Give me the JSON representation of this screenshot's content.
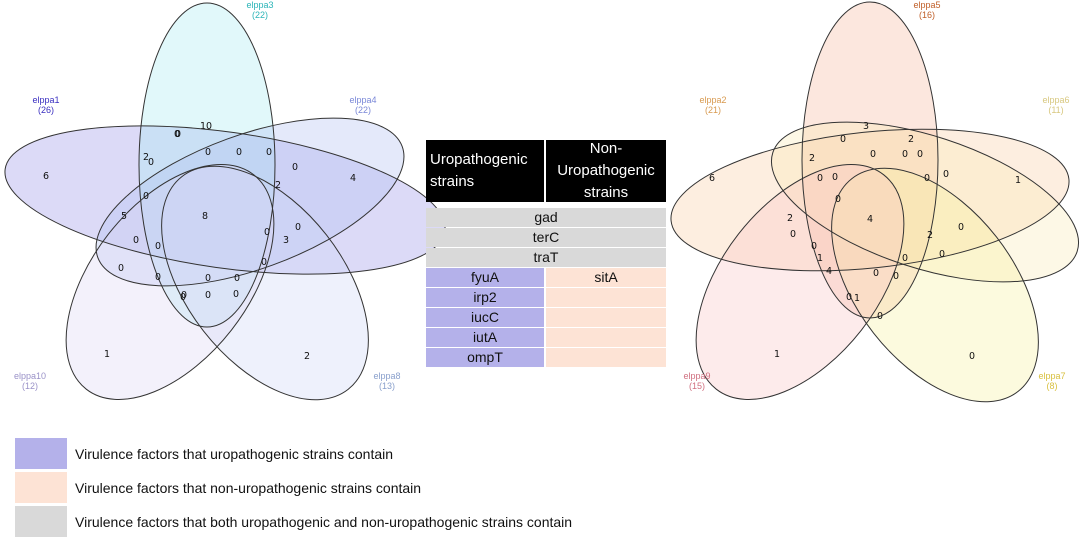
{
  "colors": {
    "uro": "#b4b1ea",
    "nonuro": "#fde3d5",
    "both": "#d9d9d9",
    "left_sets": [
      "#9c96e8",
      "#a8ecf0",
      "#b2bff0",
      "#cfd8f5",
      "#ddd6f3"
    ],
    "left_label_colors": [
      "#3a2fc0",
      "#2bb5b8",
      "#7a88d8",
      "#8aa0cc",
      "#9a92c8"
    ],
    "right_sets": [
      "#f8cfa6",
      "#f6b9a0",
      "#f9ecb8",
      "#f7f0a0",
      "#f8c7c7"
    ],
    "right_label_colors": [
      "#d89a50",
      "#c0602a",
      "#d8c880",
      "#d8c040",
      "#d07080"
    ]
  },
  "venn_left": {
    "sets": [
      {
        "name": "elppa1",
        "size": "(26)"
      },
      {
        "name": "elppa3",
        "size": "(22)"
      },
      {
        "name": "elppa4",
        "size": "(22)"
      },
      {
        "name": "elppa8",
        "size": "(13)"
      },
      {
        "name": "elppa10",
        "size": "(12)"
      }
    ],
    "counts": [
      "6",
      "10",
      "4",
      "2",
      "1",
      "8",
      "2",
      "0",
      "0",
      "0",
      "0",
      "0",
      "2",
      "0",
      "0",
      "5",
      "0",
      "0",
      "0",
      "3",
      "0",
      "0",
      "0",
      "0",
      "0",
      "0",
      "0",
      "0",
      "0",
      "0",
      "0"
    ]
  },
  "venn_right": {
    "sets": [
      {
        "name": "elppa2",
        "size": "(21)"
      },
      {
        "name": "elppa5",
        "size": "(16)"
      },
      {
        "name": "elppa6",
        "size": "(11)"
      },
      {
        "name": "elppa7",
        "size": "(8)"
      },
      {
        "name": "elppa9",
        "size": "(15)"
      }
    ],
    "counts": [
      "6",
      "3",
      "1",
      "0",
      "1",
      "4",
      "2",
      "0",
      "0",
      "0",
      "2",
      "0",
      "0",
      "0",
      "0",
      "2",
      "0",
      "0",
      "0",
      "2",
      "0",
      "0",
      "1",
      "4",
      "0",
      "0",
      "1",
      "0",
      "0",
      "0",
      "0"
    ]
  },
  "table": {
    "header_uro": "Uropathogenic strains",
    "header_nonuro": "Non-Uropathogenic strains",
    "both_rows": [
      "gad",
      "terC",
      "traT"
    ],
    "split_rows": [
      {
        "uro": "fyuA",
        "nonuro": "sitA"
      },
      {
        "uro": "irp2",
        "nonuro": ""
      },
      {
        "uro": "iucC",
        "nonuro": ""
      },
      {
        "uro": "iutA",
        "nonuro": ""
      },
      {
        "uro": "ompT",
        "nonuro": ""
      }
    ]
  },
  "legend": {
    "uro": "Virulence factors that uropathogenic strains contain",
    "nonuro": "Virulence factors that non-uropathogenic strains contain",
    "both": "Virulence factors that both uropathogenic and non-uropathogenic strains contain"
  }
}
